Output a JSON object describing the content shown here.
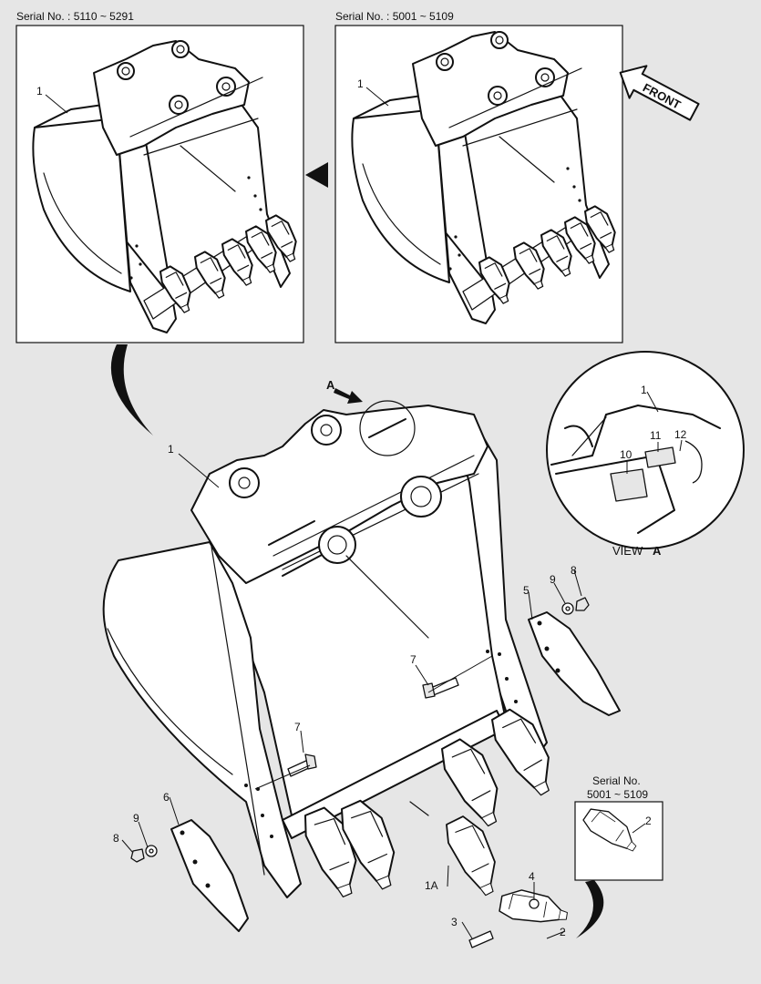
{
  "panels": {
    "left": {
      "serial_label": "Serial No. : 5110 ~ 5291",
      "callout_1": "1"
    },
    "right": {
      "serial_label": "Serial No. : 5001 ~ 5109",
      "callout_1": "1"
    }
  },
  "front_arrow": {
    "label": "FRONT"
  },
  "view_a": {
    "label": "VIEW",
    "letter": "A",
    "callouts": [
      "1",
      "10",
      "11",
      "12"
    ]
  },
  "main": {
    "direction_letter": "A",
    "callouts": {
      "bucket": "1",
      "tooth_adapter": "1A",
      "tooth": "2",
      "pin": "3",
      "lock": "4",
      "side_cutter_right": "5",
      "side_cutter_left": "6",
      "bolt_upper": "7",
      "bolt_lower": "7",
      "nut_right": "8",
      "nut_left": "8",
      "washer_right": "9",
      "washer_left": "9"
    }
  },
  "inset_tooth": {
    "serial_line1": "Serial No.",
    "serial_line2": "5001 ~ 5109",
    "callout": "2"
  }
}
